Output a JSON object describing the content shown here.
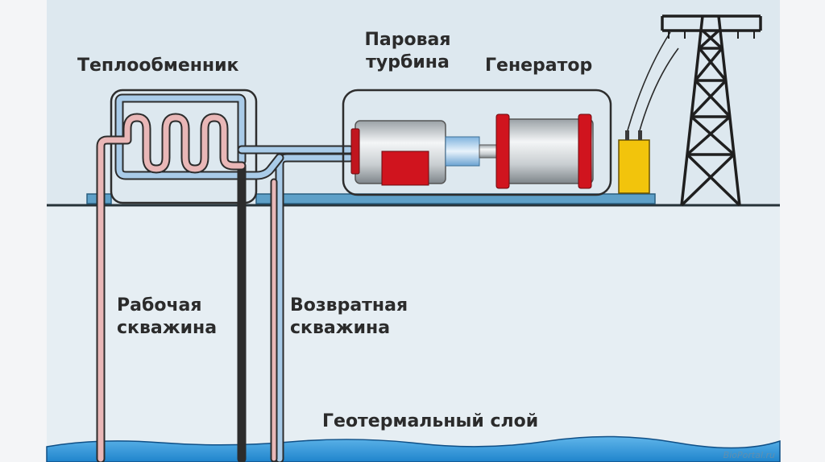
{
  "labels": {
    "heat_exchanger": "Теплообменник",
    "steam_turbine_line1": "Паровая",
    "steam_turbine_line2": "турбина",
    "generator": "Генератор",
    "production_well_line1": "Рабочая",
    "production_well_line2": "скважина",
    "return_well_line1": "Возвратная",
    "return_well_line2": "скважина",
    "geothermal_layer": "Геотермальный слой"
  },
  "watermark": "BioPortal.ru",
  "colors": {
    "sky": "#dde8ef",
    "ground": "#e6eef3",
    "hot_pipe": "#e9b7b7",
    "cold_pipe": "#a9cbe8",
    "housing_red": "#d0141e",
    "transformer": "#f2c40c",
    "layer_blue": "#2c93d9",
    "pylon": "#1f1f1f"
  }
}
